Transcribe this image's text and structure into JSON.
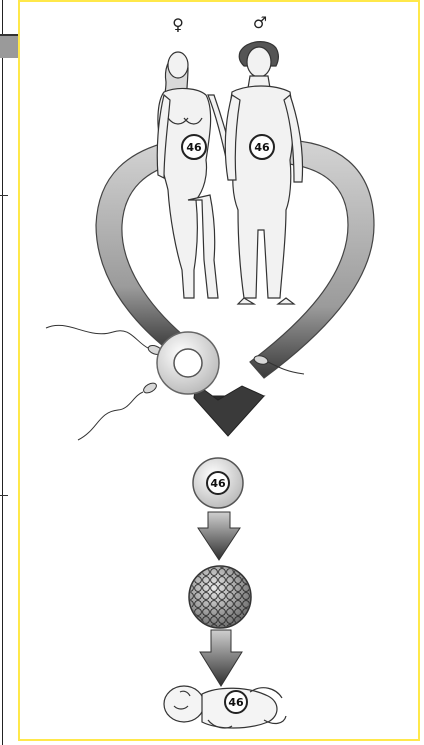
{
  "symbols": {
    "female": "♀",
    "male": "♂"
  },
  "parents": {
    "female_chromosomes": "46",
    "male_chromosomes": "46"
  },
  "stages": {
    "zygote_chromosomes": "46",
    "baby_chromosomes": "46"
  },
  "colors": {
    "frame_border": "#ffe84a",
    "arrow_dark": "#333333",
    "arrow_light": "#bdbdbd",
    "body_fill": "#efefef"
  }
}
